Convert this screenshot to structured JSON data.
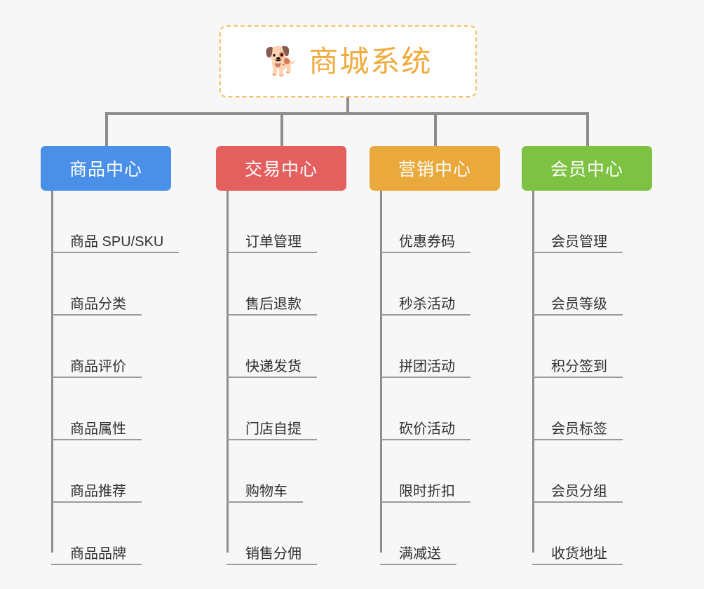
{
  "diagram": {
    "type": "mindmap-org-chart",
    "background_color": "#f7f7f7",
    "root": {
      "icon": "shiba-dog-face-emoji",
      "emoji": "🐕",
      "title": "商城系统",
      "text_color": "#f0ab3d",
      "border_style": "dashed",
      "border_color": "#f3c169"
    },
    "branches": [
      {
        "label": "商品中心",
        "color": "#4a90e8",
        "children": [
          "商品 SPU/SKU",
          "商品分类",
          "商品评价",
          "商品属性",
          "商品推荐",
          "商品品牌"
        ]
      },
      {
        "label": "交易中心",
        "color": "#e4605f",
        "children": [
          "订单管理",
          "售后退款",
          "快递发货",
          "门店自提",
          "购物车",
          "销售分佣"
        ]
      },
      {
        "label": "营销中心",
        "color": "#eaa93c",
        "children": [
          "优惠券码",
          "秒杀活动",
          "拼团活动",
          "砍价活动",
          "限时折扣",
          "满减送"
        ]
      },
      {
        "label": "会员中心",
        "color": "#7dc242",
        "children": [
          "会员管理",
          "会员等级",
          "积分签到",
          "会员标签",
          "会员分组",
          "收货地址"
        ]
      }
    ]
  }
}
